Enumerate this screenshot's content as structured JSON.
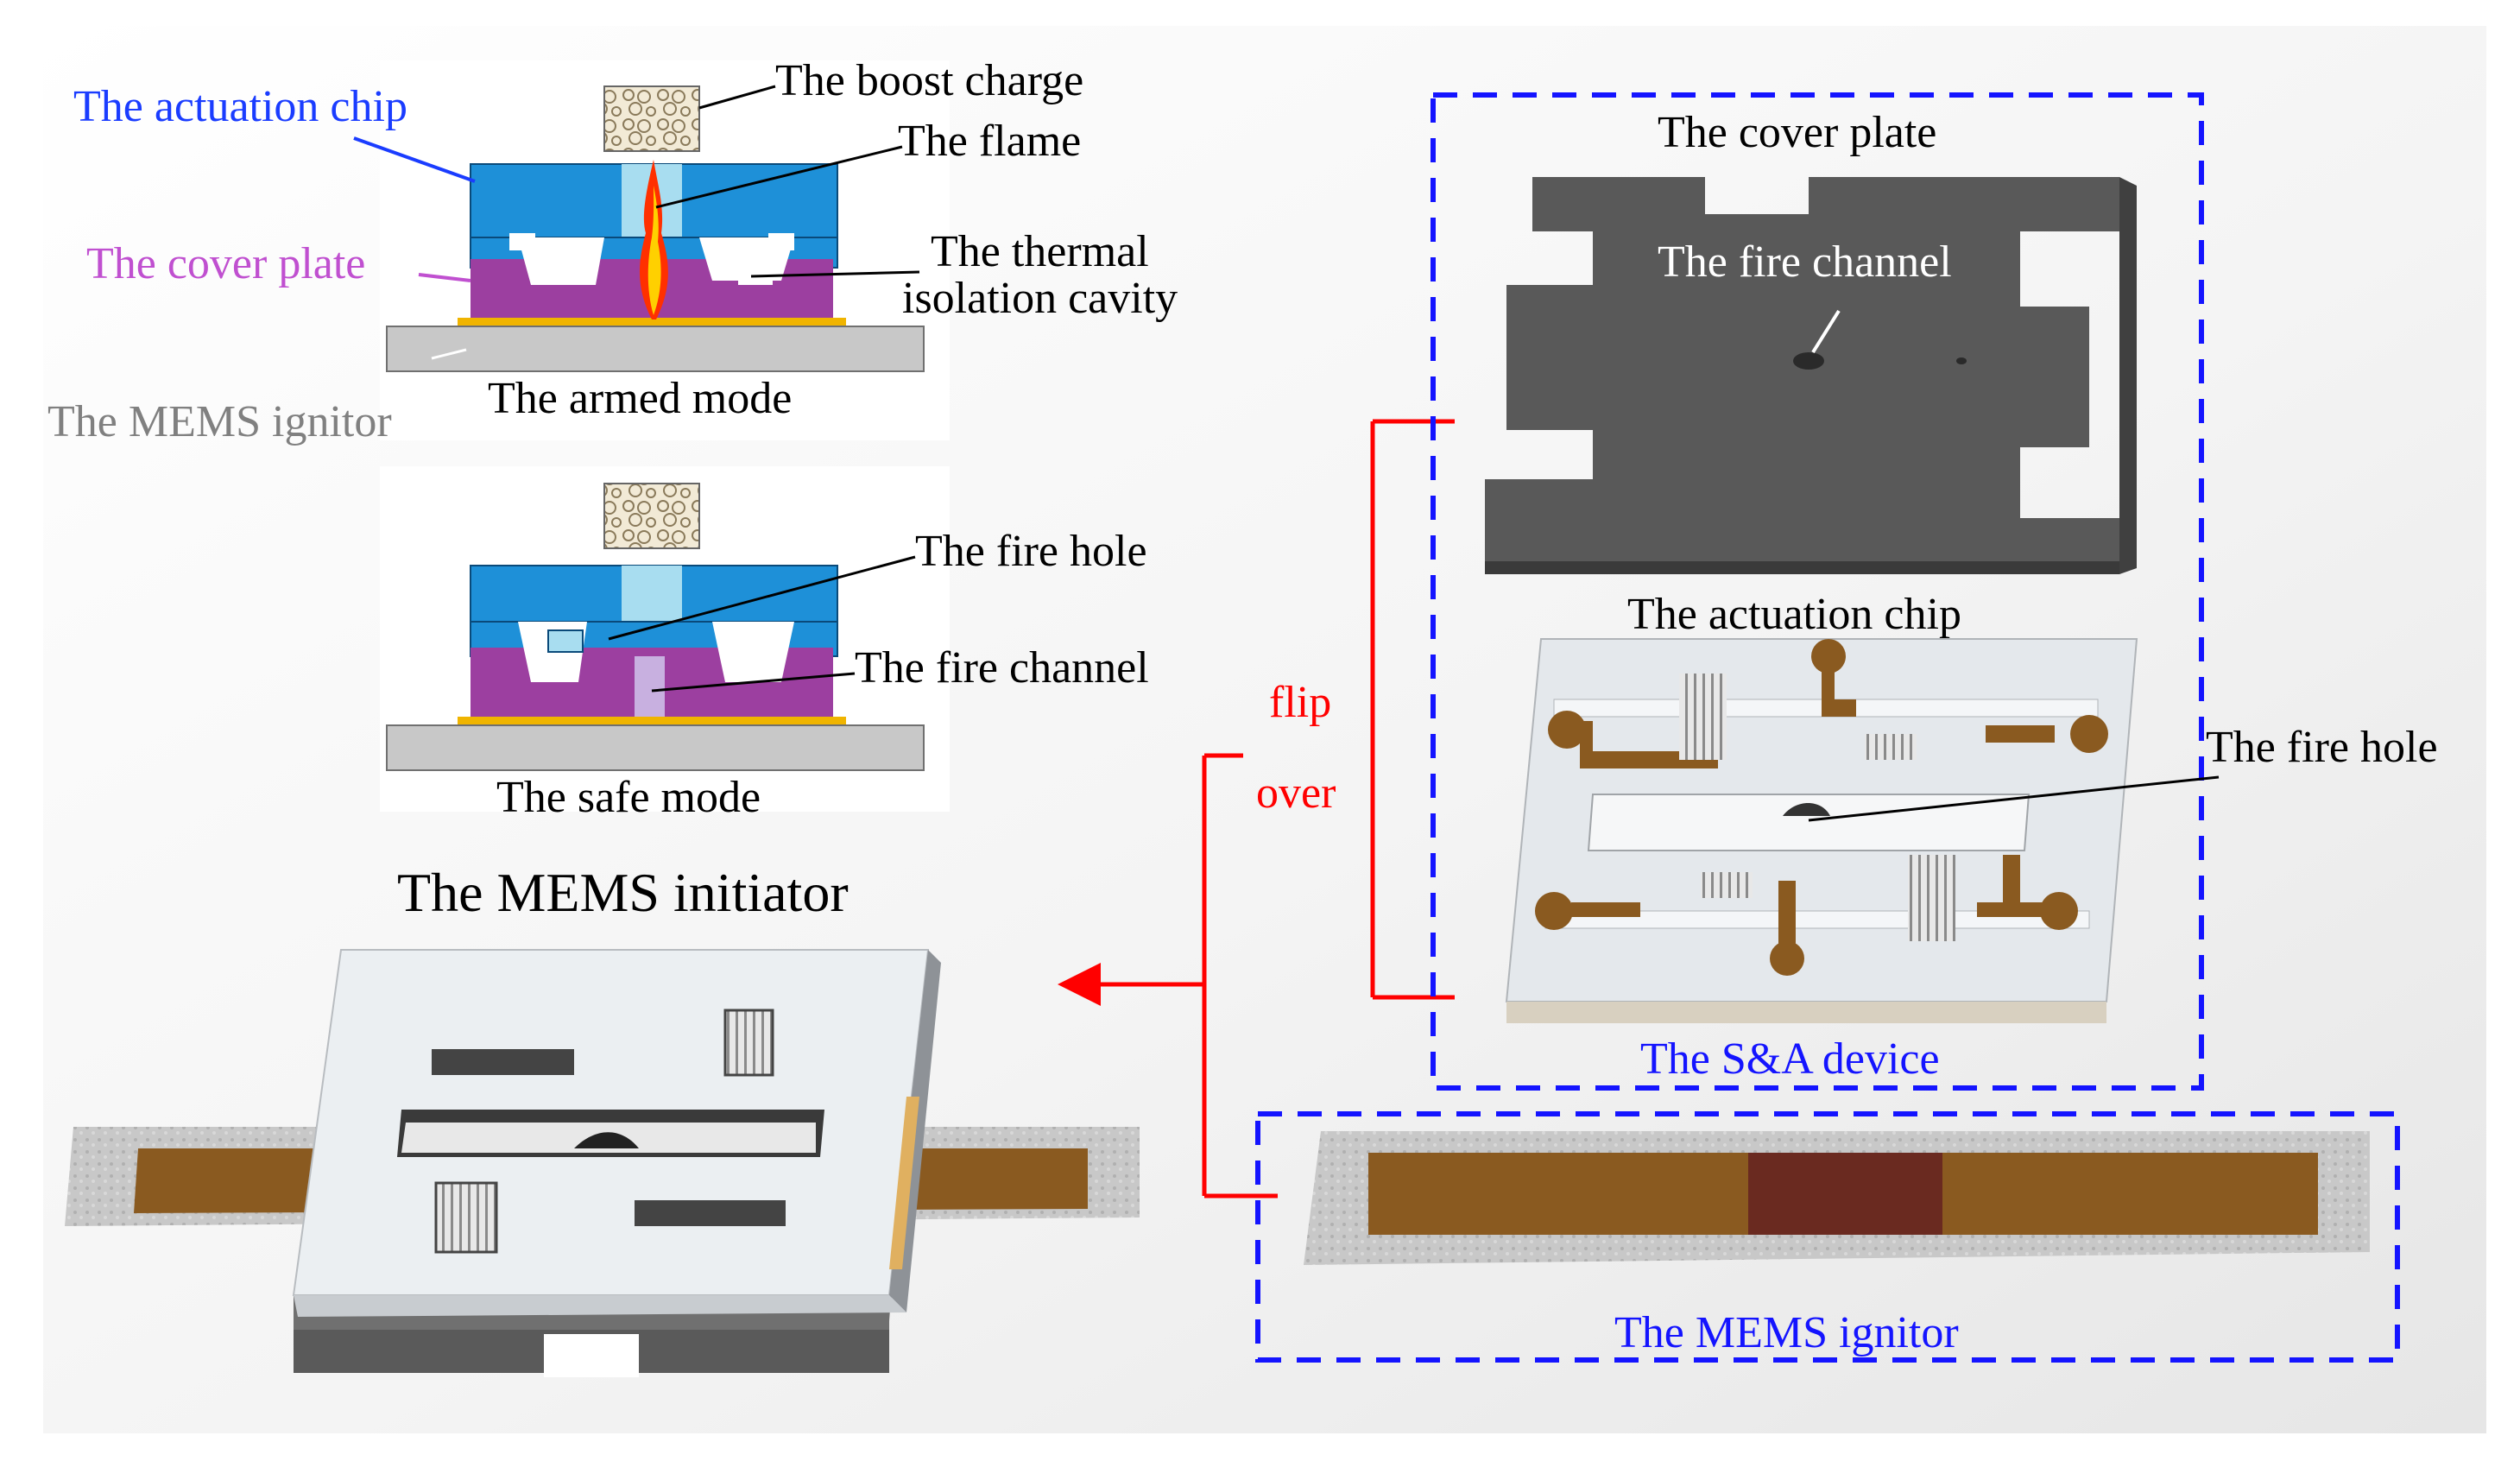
{
  "labels": {
    "actuation_chip_top": "The actuation chip",
    "boost_charge": "The boost charge",
    "flame": "The flame",
    "cover_plate_left": "The cover plate",
    "thermal_isolation_1": "The thermal",
    "thermal_isolation_2": "isolation cavity",
    "mems_ignitor_left": "The MEMS ignitor",
    "armed_mode": "The armed mode",
    "fire_hole_left": "The fire hole",
    "fire_channel_left": "The fire channel",
    "safe_mode": "The safe mode",
    "mems_initiator": "The MEMS initiator",
    "cover_plate_right": "The cover plate",
    "fire_channel_right": "The fire channel",
    "actuation_chip_right": "The actuation chip",
    "fire_hole_right": "The fire hole",
    "flip": "flip",
    "over": "over",
    "sa_device": "The S&A device",
    "mems_ignitor_right": "The MEMS ignitor"
  },
  "colors": {
    "blue_text": "#1a3cff",
    "purple_text": "#c050d0",
    "gray_text": "#808080",
    "red": "#ff0000",
    "dash_blue": "#1414ff",
    "chip_blue": "#1e90d8",
    "light_blue": "#a8ddf0",
    "purple": "#9c3fa0",
    "gold": "#f0b400",
    "substrate": "#c8c8c8",
    "cover_dark": "#5a5a5a",
    "electrode": "#8a5a20",
    "bridge": "#6a2a20"
  },
  "icons": [
    "flame-icon",
    "boost-charge-block",
    "arrow-left-icon"
  ]
}
